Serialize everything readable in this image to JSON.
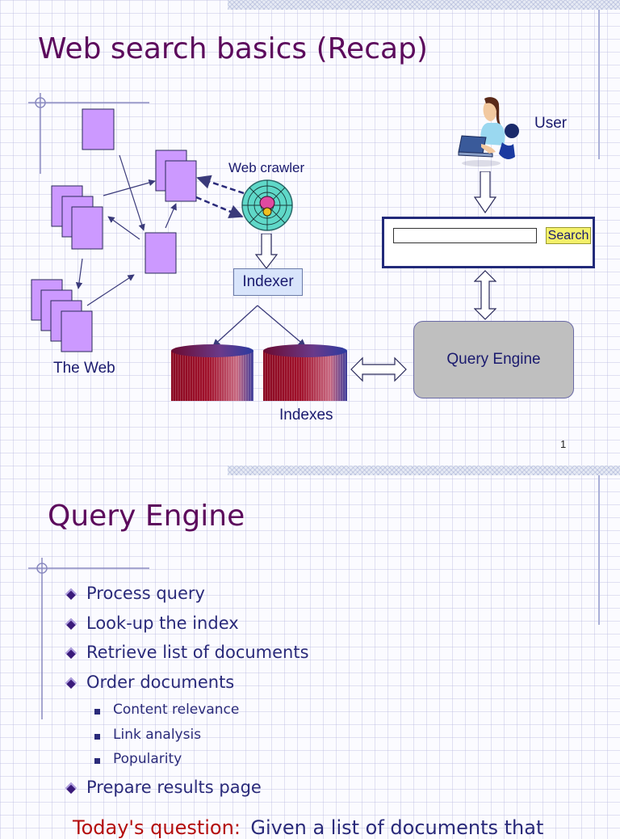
{
  "slide1": {
    "title": "Web search basics (Recap)",
    "labels": {
      "user": "User",
      "web_crawler": "Web crawler",
      "indexer": "Indexer",
      "the_web": "The Web",
      "indexes": "Indexes",
      "query_engine": "Query Engine"
    },
    "search": {
      "button_label": "Search",
      "input_value": ""
    },
    "slide_number": "1"
  },
  "slide2": {
    "title": "Query Engine",
    "bullets": [
      {
        "text": "Process query"
      },
      {
        "text": "Look-up the index"
      },
      {
        "text": "Retrieve list of documents"
      },
      {
        "text": "Order documents",
        "sub": [
          "Content relevance",
          "Link analysis",
          "Popularity"
        ]
      },
      {
        "text": "Prepare results page"
      }
    ],
    "partial_line": {
      "red": "Today's question:",
      "rest": "Given a list of documents that"
    }
  },
  "colors": {
    "title": "#5c0a5c",
    "label": "#1a1a6e",
    "page": "#cc99ff",
    "index_cylinder": "#a0102a",
    "search_button": "#f3f06a",
    "query_engine": "#bfbfbf"
  }
}
